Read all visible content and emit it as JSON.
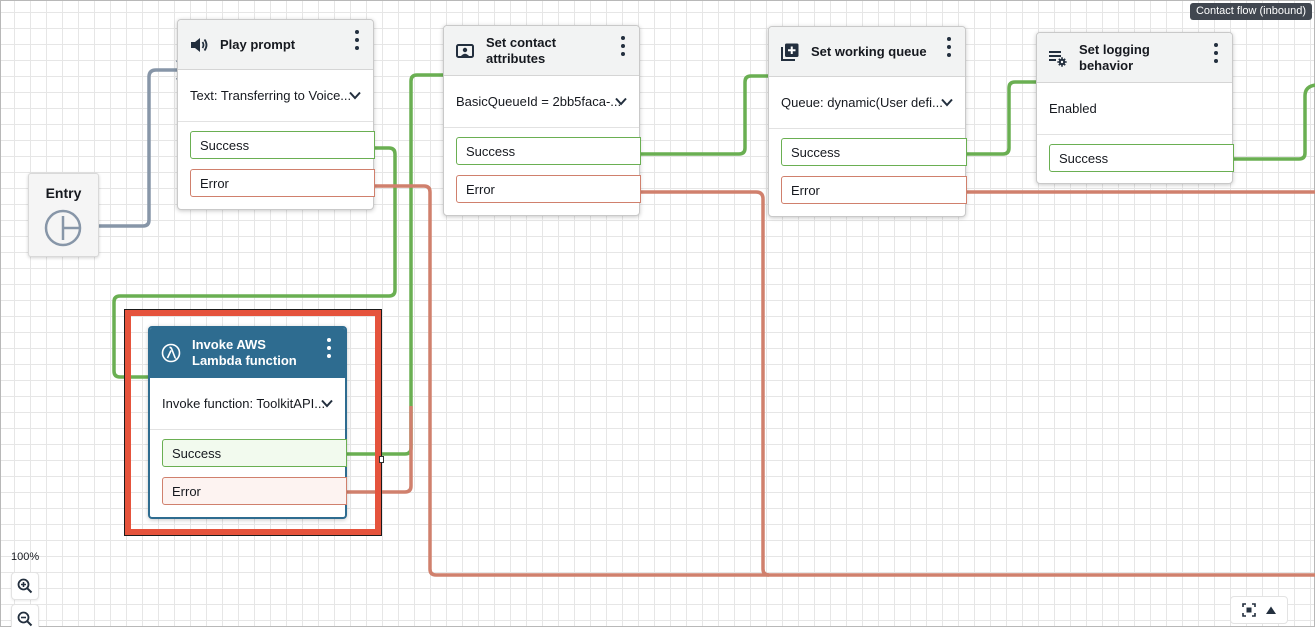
{
  "flow_type_badge": "Contact flow (inbound)",
  "zoom_level": "100%",
  "colors": {
    "success": "#6aaf52",
    "error": "#d0806d",
    "connector": "#8796a8",
    "lambda_header": "#2e6c90",
    "highlight": "#e5533c"
  },
  "entry": {
    "label": "Entry",
    "icon": "entry-point-icon"
  },
  "blocks": {
    "play_prompt": {
      "title": "Play prompt",
      "icon": "speaker-icon",
      "detail": "Text: Transferring to Voice...",
      "branches": [
        "Success",
        "Error"
      ]
    },
    "set_contact_attributes": {
      "title": "Set contact attributes",
      "icon": "contact-card-icon",
      "detail": "BasicQueueId = 2bb5faca-...",
      "branches": [
        "Success",
        "Error"
      ]
    },
    "set_working_queue": {
      "title": "Set working queue",
      "icon": "add-queue-icon",
      "detail": "Queue: dynamic(User defi...",
      "branches": [
        "Success",
        "Error"
      ]
    },
    "set_logging_behavior": {
      "title": "Set logging behavior",
      "icon": "logging-settings-icon",
      "detail": "Enabled",
      "branches": [
        "Success"
      ]
    },
    "invoke_lambda": {
      "title": "Invoke AWS Lambda function",
      "icon": "lambda-icon",
      "detail": "Invoke function: ToolkitAPI...",
      "branches": [
        "Success",
        "Error"
      ]
    }
  }
}
